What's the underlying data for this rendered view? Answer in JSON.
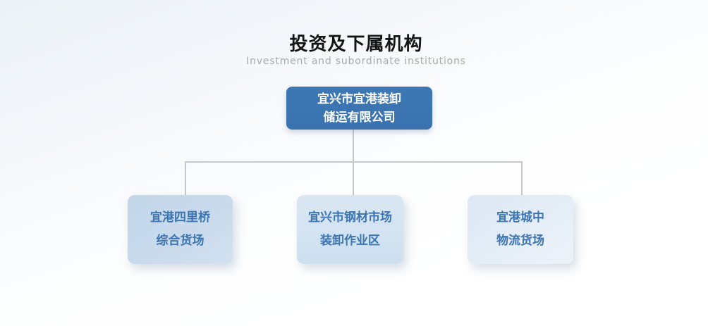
{
  "page": {
    "title": "投资及下属机构",
    "subtitle": "Investment and subordinate institutions"
  },
  "org_chart": {
    "root": {
      "line1": "宜兴市宜港装卸",
      "line2": "储运有限公司"
    },
    "children": [
      {
        "line1": "宜港四里桥",
        "line2": "综合货场"
      },
      {
        "line1": "宜兴市钢材市场",
        "line2": "装卸作业区"
      },
      {
        "line1": "宜港城中",
        "line2": "物流货场"
      }
    ]
  },
  "colors": {
    "root_box": "#3a72ae",
    "root_text": "#ffffff",
    "child_box_1": "#c6d9ec",
    "child_box_2": "#d3e3f1",
    "child_box_3": "#e2ecf6",
    "child_text": "#3b74b1",
    "connector_line": "#c6c8c9",
    "title_text": "#141414",
    "subtitle_text": "#a7a9ab",
    "background_top": "#ecf2f8",
    "background_bottom": "#ffffff"
  }
}
